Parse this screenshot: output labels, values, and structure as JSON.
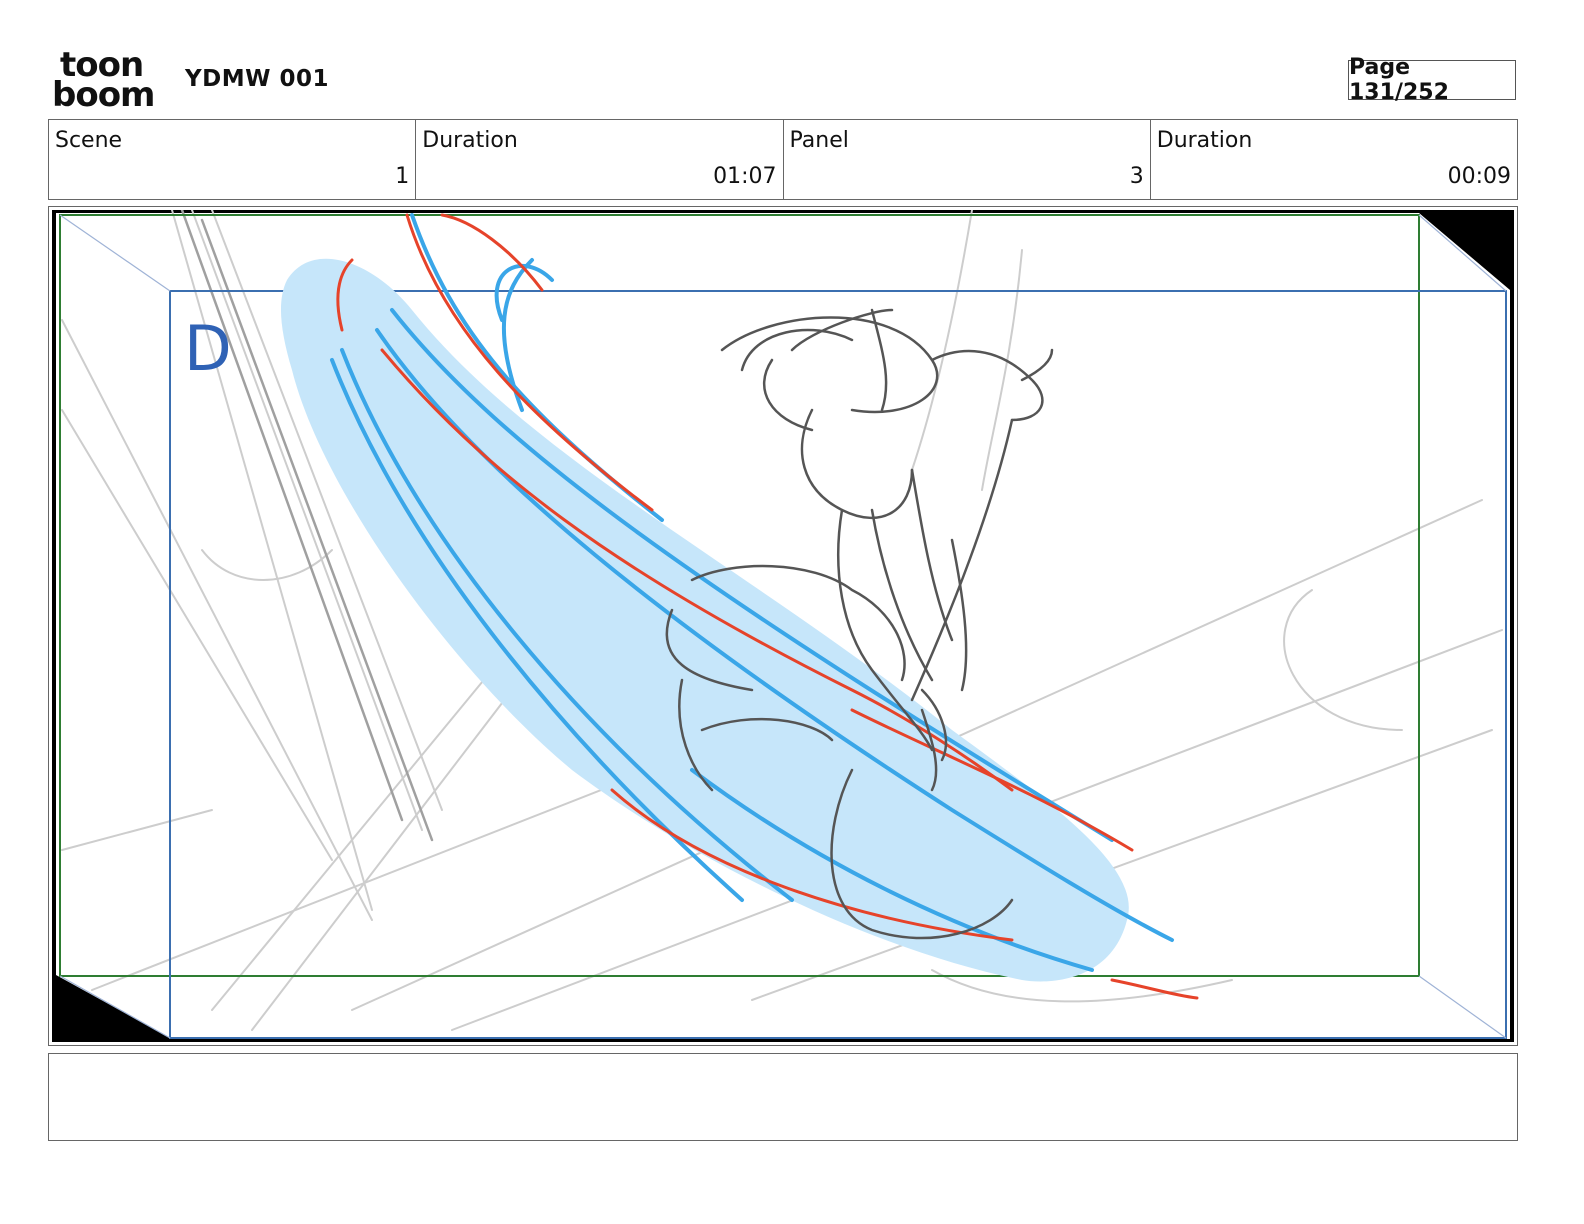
{
  "header": {
    "logo": {
      "line1": "toon",
      "line2": "boom"
    },
    "project_title": "YDMW 001",
    "page_label": "Page 131/252"
  },
  "info": [
    {
      "label": "Scene",
      "value": "1"
    },
    {
      "label": "Duration",
      "value": "01:07"
    },
    {
      "label": "Panel",
      "value": "3"
    },
    {
      "label": "Duration",
      "value": "00:09"
    }
  ],
  "panel": {
    "camera_label": "D",
    "colors": {
      "safe_frame": "#2e7d32",
      "camera_frame": "#3b6fb0",
      "camera_label": "#2f62b5",
      "effect_fill": "#c6e6fa",
      "effect_stroke": "#3aa6e8",
      "accent_stroke": "#e6432a",
      "character_stroke": "#555555",
      "background_stroke": "#c8c8c8"
    }
  },
  "notes": {
    "text": ""
  }
}
